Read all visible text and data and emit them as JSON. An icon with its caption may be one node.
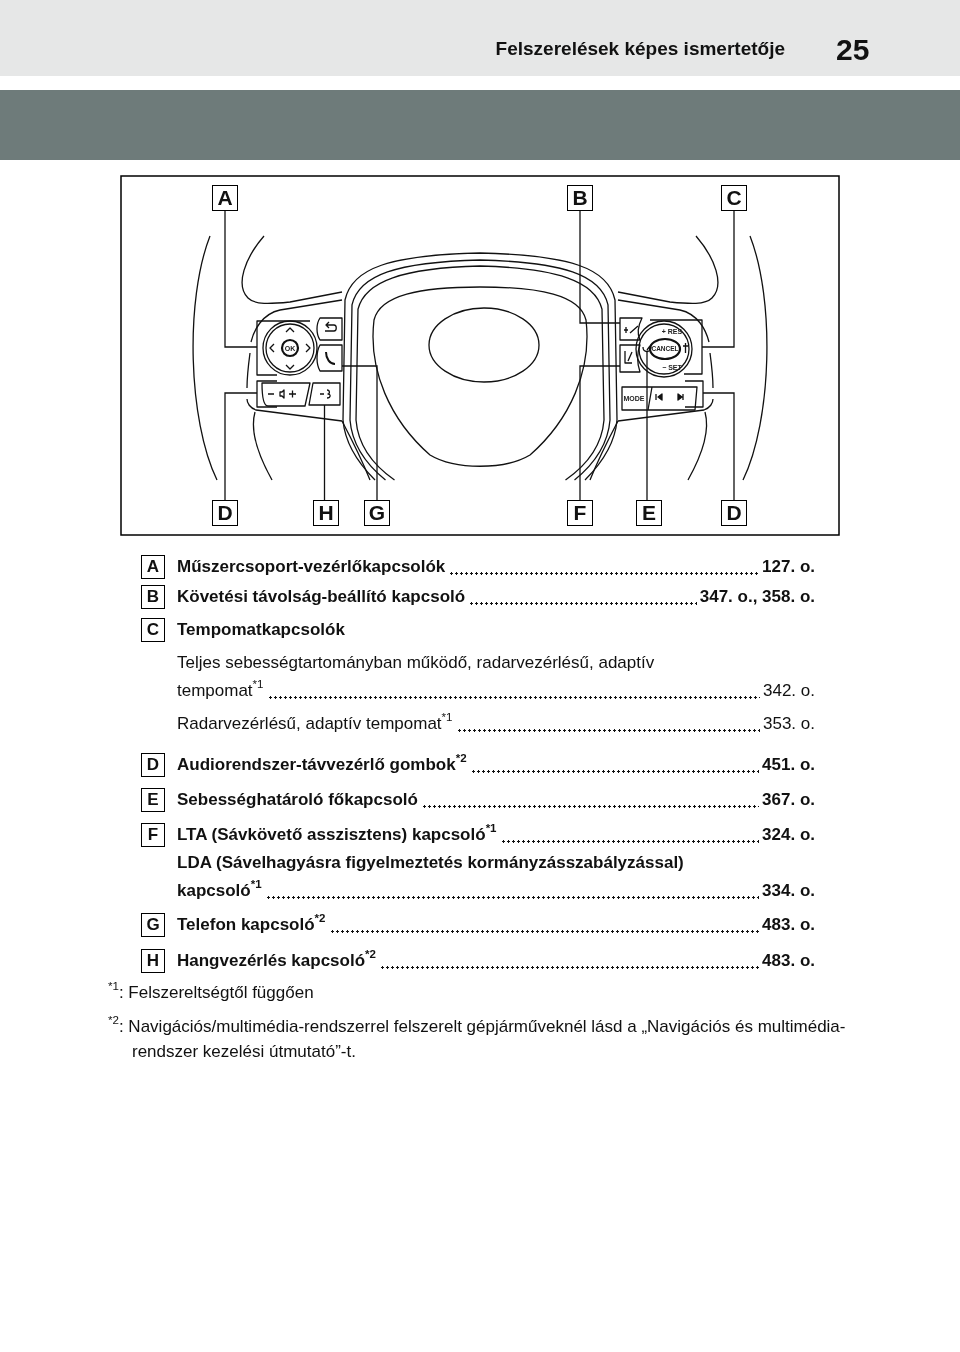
{
  "diagram": {
    "title": "Felszerelések képes ismertetője",
    "nodes": [
      {
        "text": [
          "A"
        ]
      },
      {
        "text": [
          "B"
        ]
      },
      {
        "text": [
          "C"
        ]
      },
      {
        "text": [
          "D"
        ]
      },
      {
        "text": [
          "H"
        ]
      },
      {
        "text": [
          "G"
        ]
      },
      {
        "text": [
          "F"
        ]
      },
      {
        "text": [
          "E"
        ]
      },
      {
        "text": [
          "D"
        ]
      },
      {
        "text": [
          "A"
        ],
        "beside": [
          "Műszercsoport-vezérlőkapcsolók"
        ]
      },
      {
        "text": [
          "B"
        ],
        "beside": [
          "Követési távolság-beállító kapcsoló"
        ]
      },
      {
        "text": [
          "C"
        ],
        "beside": [
          "Tempomatkapcsolók",
          "Teljes sebességtartományban működő, radarvezérlésű, adaptív tempomat$^{*1}$",
          "Radarvezérlésű, adaptív tempomat$^{*1}$"
        ]
      },
      {
        "text": [
          "D"
        ],
        "beside": [
          "Audiorendszer-távvezérlő gombok$^{*2}$"
        ]
      },
      {
        "text": [
          "E"
        ],
        "beside": [
          "Sebességhatároló főkapcsoló"
        ]
      },
      {
        "text": [
          "F"
        ],
        "beside": [
          "LTA (Sávkövető asszisztens) kapcsoló$^{*1}$",
          "LDA (Sávelhagyásra figyelmeztetés kormányzásszabályzással) kapcsoló$^{*1}$"
        ]
      },
      {
        "text": [
          "G"
        ],
        "beside": [
          "Telefon kapcsoló$^{*2}$"
        ]
      },
      {
        "text": [
          "H"
        ],
        "beside": [
          "Hangvezérlés kapcsoló$^{*2}$"
        ]
      },
      {
        "text": [],
        "shape": "button"
      },
      {
        "text": [],
        "shape": "button"
      },
      {
        "text": [],
        "shape": "button"
      },
      {
        "text": [],
        "shape": "button"
      },
      {
        "text": [],
        "shape": "button"
      },
      {
        "text": [],
        "shape": "button"
      },
      {
        "text": [],
        "shape": "button"
      },
      {
        "text": [],
        "shape": "button",
        "in": 23
      },
      {
        "text": [],
        "shape": "button"
      }
    ],
    "edges": [
      {
        "from": 0,
        "to": 17,
        "arrow": "none"
      },
      {
        "from": 1,
        "to": 21,
        "arrow": "none"
      },
      {
        "from": 2,
        "to": 23,
        "arrow": "none"
      },
      {
        "from": 3,
        "to": 18,
        "arrow": "none"
      },
      {
        "from": 4,
        "to": 20,
        "arrow": "none"
      },
      {
        "from": 5,
        "to": 19,
        "arrow": "none"
      },
      {
        "from": 6,
        "to": 22,
        "arrow": "none"
      },
      {
        "from": 7,
        "to": 24,
        "arrow": "none"
      },
      {
        "from": 8,
        "to": 25,
        "arrow": "none"
      }
    ],
    "labels": [
      "25",
      "OK",
      "+ RES",
      "CANCEL",
      "− SET",
      "MODE",
      "127. o.",
      "347. o., 358. o.",
      "342. o.",
      "353. o.",
      "451. o.",
      "367. o.",
      "324. o.",
      "334. o.",
      "483. o.",
      "483. o.",
      "$^{*1}$: Felszereltségtől függően",
      "$^{*2}$: Navigációs/multimédia-rendszerrel felszerelt gépjárműveknél lásd a „Navigációs és multimédia-rendszer kezelési útmutató”-t."
    ]
  }
}
